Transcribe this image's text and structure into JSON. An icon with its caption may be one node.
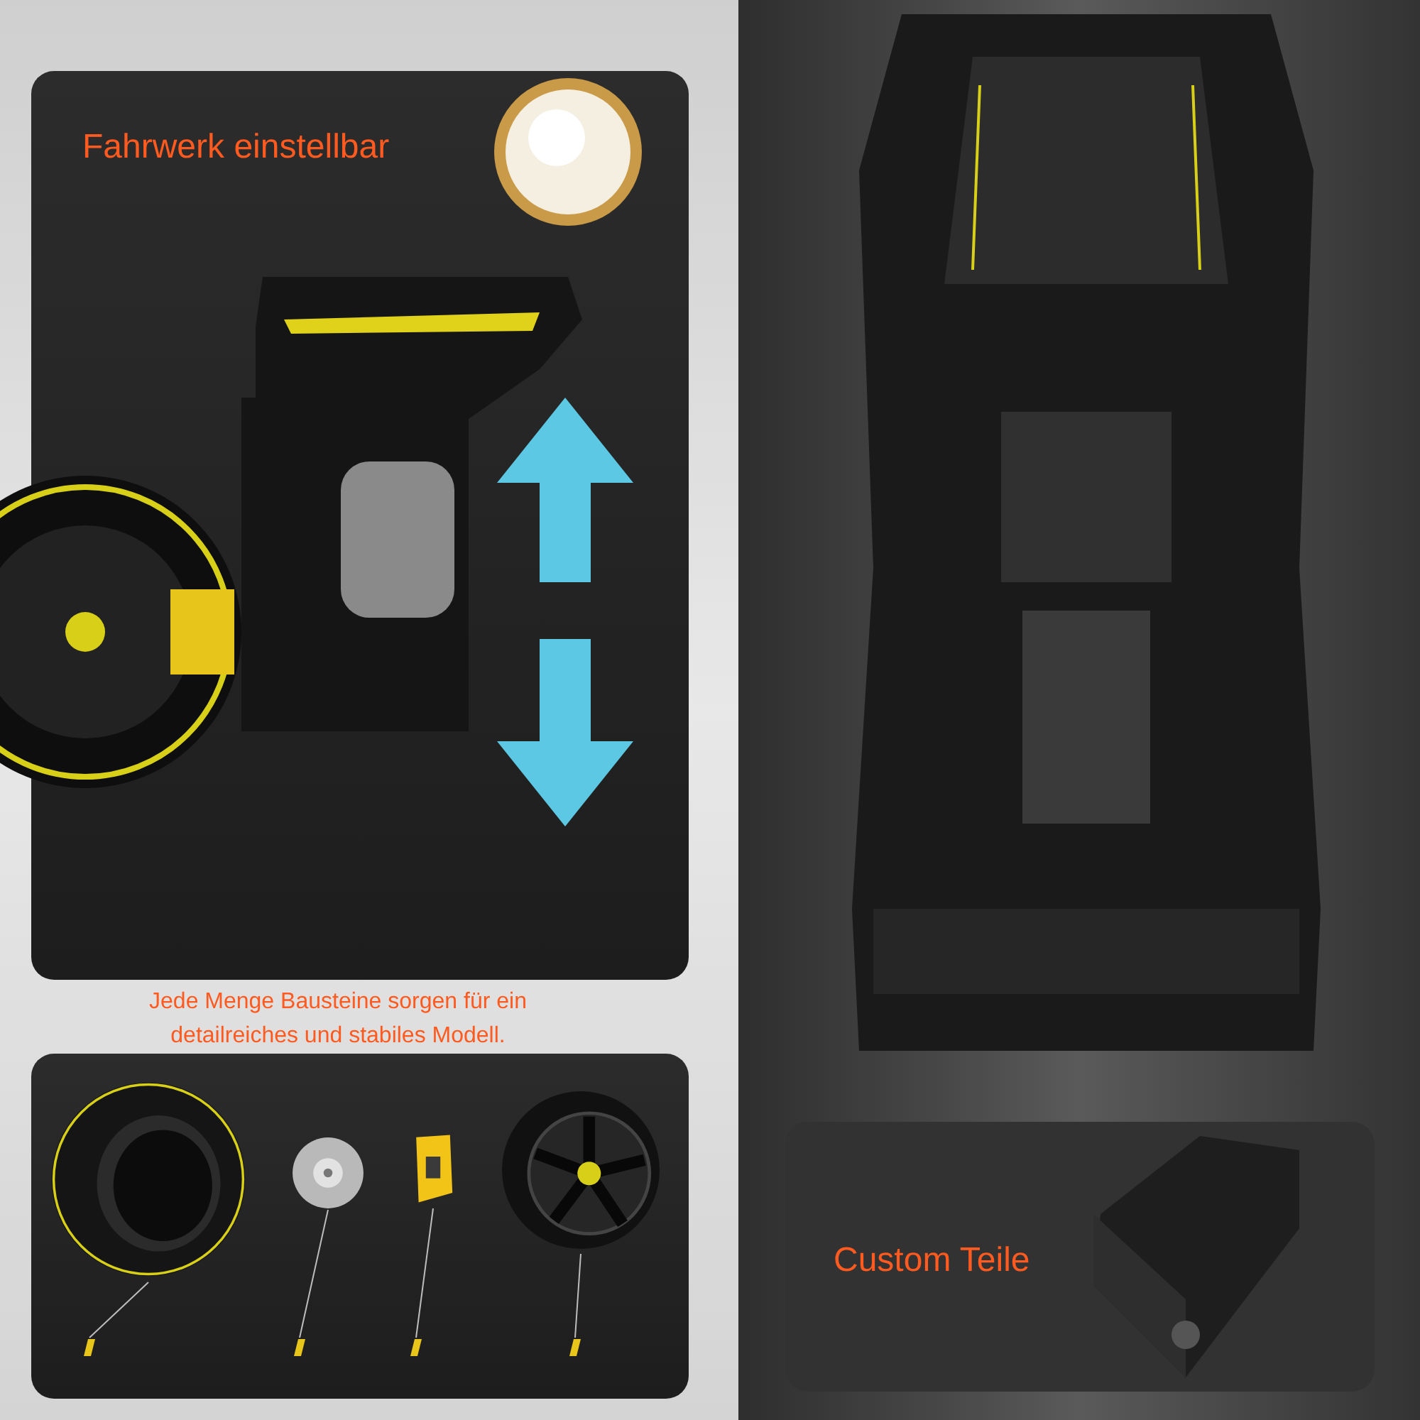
{
  "diagram": {
    "nodes": [
      {
        "text": [
          "Fahrwerk einstellbar"
        ]
      },
      {
        "text": [],
        "shape": "box"
      },
      {
        "text": [],
        "shape": "picture",
        "in": 1
      },
      {
        "text": [],
        "shape": "picture",
        "in": 1
      },
      {
        "text": [],
        "shape": "picture",
        "in": 1
      },
      {
        "text": [],
        "shape": "picture",
        "in": 1
      },
      {
        "text": [],
        "shape": "bar",
        "in": 1
      },
      {
        "text": [],
        "shape": "bar",
        "in": 1
      },
      {
        "text": [],
        "shape": "bar",
        "in": 1
      },
      {
        "text": [],
        "shape": "bar",
        "in": 1
      },
      {
        "text": [
          "Custom Teile"
        ]
      }
    ],
    "edges": [
      {
        "from": 2,
        "to": 6,
        "arrow": "none"
      },
      {
        "from": 3,
        "to": 7,
        "arrow": "none"
      },
      {
        "from": 4,
        "to": 8,
        "arrow": "none"
      },
      {
        "from": 5,
        "to": 9,
        "arrow": "none"
      }
    ],
    "labels": [
      "Jede Menge Bausteine sorgen für ein detailreiches und stabiles Modell."
    ]
  }
}
